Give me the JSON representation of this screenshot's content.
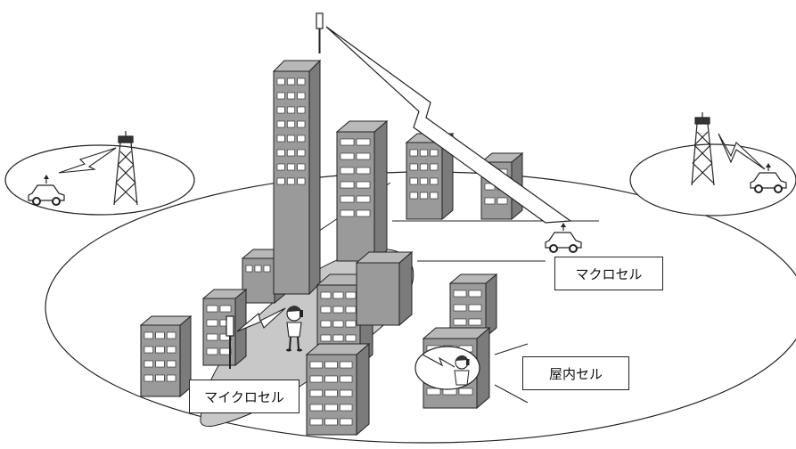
{
  "labels": {
    "macro_cell": "マクロセル",
    "micro_cell": "マイクロセル",
    "indoor_cell": "屋内セル"
  },
  "colors": {
    "building_face": "#9a9a9a",
    "building_side": "#7b7b7b",
    "building_top": "#b8b8b8",
    "window": "#ffffff",
    "micro_area": "#c8c8c8",
    "outline": "#222222"
  },
  "icons": [
    "radio-tower-icon",
    "antenna-mast-icon",
    "car-icon",
    "person-phone-icon",
    "lightning-signal-icon"
  ]
}
